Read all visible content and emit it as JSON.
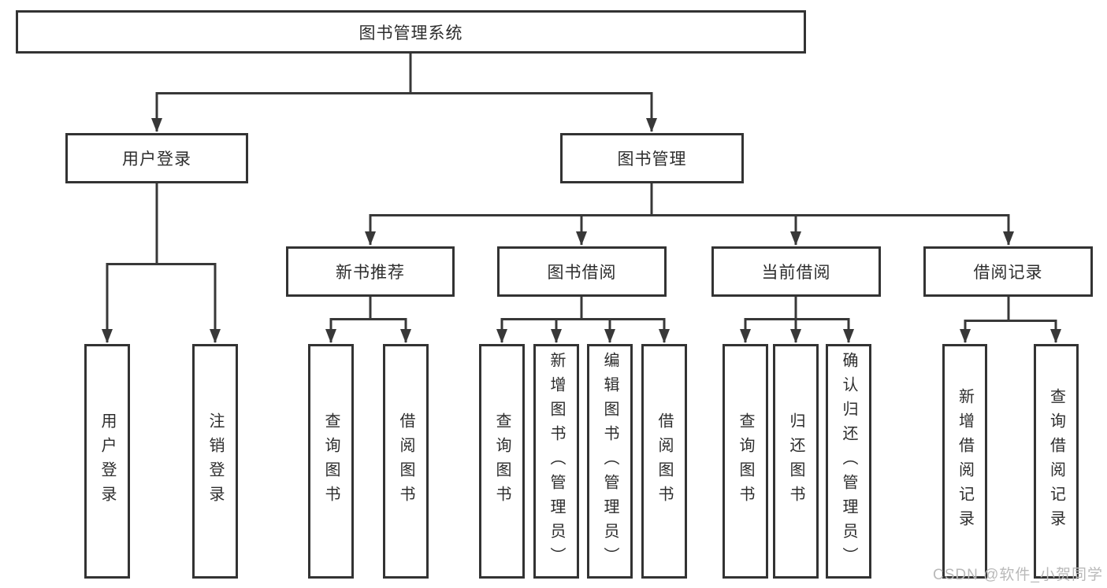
{
  "diagram": {
    "root": {
      "label": "图书管理系统"
    },
    "user_login_branch": {
      "label": "用户登录",
      "leaves": [
        "用户登录",
        "注销登录"
      ]
    },
    "book_mgmt_branch": {
      "label": "图书管理",
      "groups": [
        {
          "label": "新书推荐",
          "leaves": [
            "查询图书",
            "借阅图书"
          ]
        },
        {
          "label": "图书借阅",
          "leaves": [
            "查询图书",
            "新增图书（管理员）",
            "编辑图书（管理员）",
            "借阅图书"
          ]
        },
        {
          "label": "当前借阅",
          "leaves": [
            "查询图书",
            "归还图书",
            "确认归还（管理员）"
          ]
        },
        {
          "label": "借阅记录",
          "leaves": [
            "新增借阅记录",
            "查询借阅记录"
          ]
        }
      ]
    },
    "colors": {
      "line": "#383838",
      "border": "#333333",
      "text": "#2d2d2d",
      "watermark": "#b9b9b9"
    }
  },
  "watermark": {
    "text": "CSDN @软件_小贺同学"
  }
}
